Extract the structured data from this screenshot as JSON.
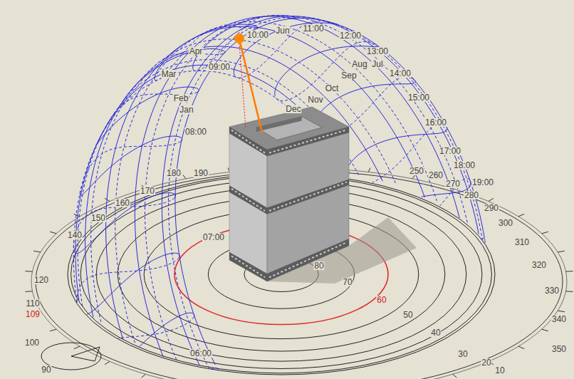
{
  "diagram": {
    "labels": [
      "10:00",
      "Jun",
      "11:00",
      "12:00",
      "Apr",
      "09:00",
      "13:00",
      "Aug",
      "Jul",
      "Mar",
      "Sep",
      "14:00",
      "Feb",
      "Jan",
      "Oct",
      "15:00",
      "Nov",
      "Dec",
      "08:00",
      "16:00",
      "190",
      "180",
      "17:00",
      "250",
      "260",
      "18:00",
      "170",
      "270",
      "19:00",
      "280",
      "160",
      "290",
      "150",
      "300",
      "140",
      "07:00",
      "310",
      "80",
      "320",
      "120",
      "70",
      "60",
      "330",
      "110",
      "109",
      "50",
      "340",
      "40",
      "100",
      "350",
      "30",
      "20",
      "06:00",
      "10",
      "90"
    ]
  }
}
